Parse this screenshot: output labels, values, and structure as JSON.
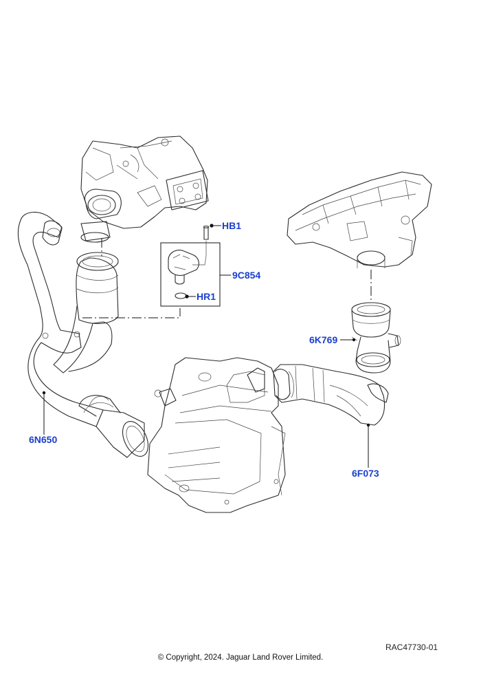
{
  "callouts": {
    "hb1": "HB1",
    "hr1": "HR1",
    "c9c854": "9C854",
    "c6k769": "6K769",
    "c6n650": "6N650",
    "c6f073": "6F073"
  },
  "colors": {
    "callout": "#1a3fcc",
    "line": "#2a2a2a"
  },
  "reference_code": "RAC47730-01",
  "copyright": "© Copyright, 2024. Jaguar Land Rover Limited."
}
